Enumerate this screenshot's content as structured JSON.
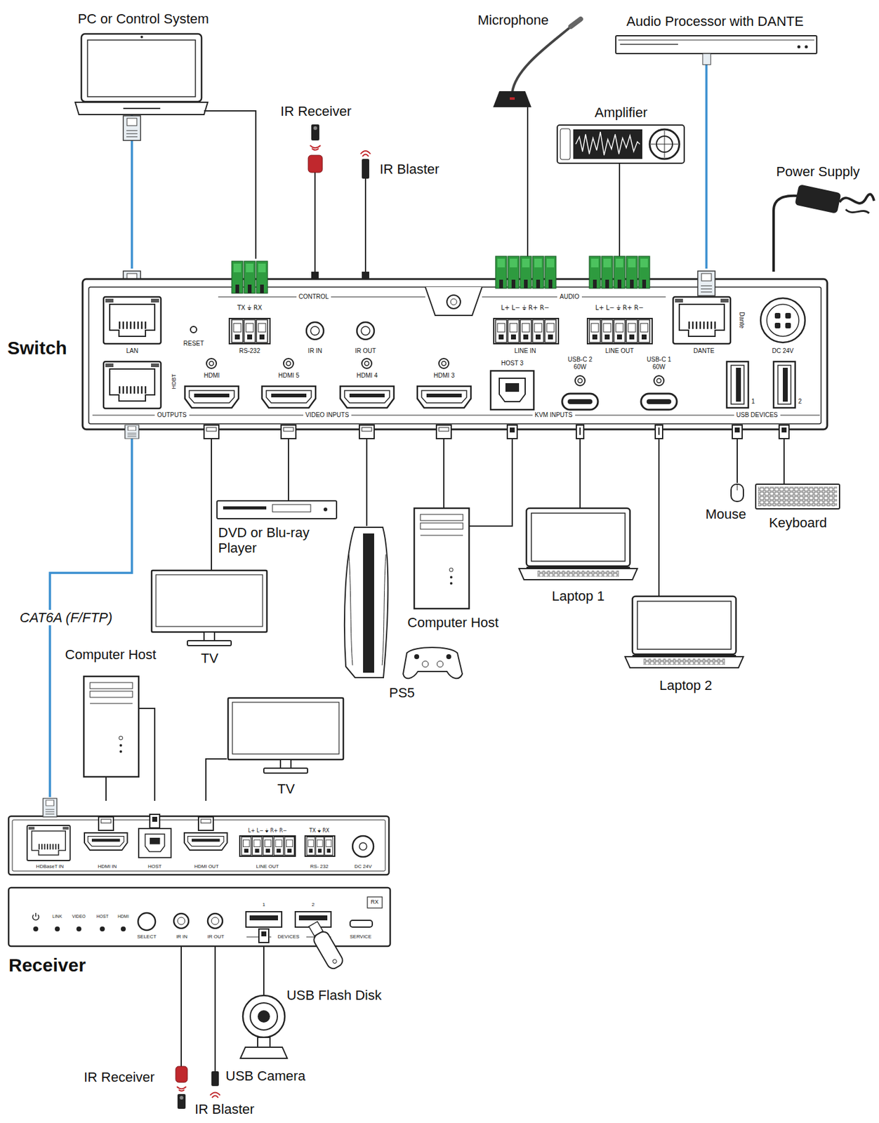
{
  "diagram": {
    "nodes": [
      {
        "text": [
          "PC or Control System"
        ]
      },
      {
        "text": [
          "IR Receiver"
        ]
      },
      {
        "text": [
          "IR Blaster"
        ]
      },
      {
        "text": [
          "Microphone"
        ]
      },
      {
        "text": [
          "Audio Processor with DANTE"
        ]
      },
      {
        "text": [
          "Amplifier"
        ]
      },
      {
        "text": [
          "Power Supply"
        ]
      },
      {
        "text": [
          "Switch"
        ]
      },
      {
        "text": [
          "LAN"
        ],
        "in": 7
      },
      {
        "text": [
          "TX ⏚ RX",
          "RS-232"
        ],
        "in": 7
      },
      {
        "text": [
          "IR IN"
        ],
        "in": 7
      },
      {
        "text": [
          "IR OUT"
        ],
        "in": 7
      },
      {
        "text": [
          "L+ L− ⏚ R+ R−",
          "LINE IN"
        ],
        "in": 7
      },
      {
        "text": [
          "L+ L− ⏚ R+ R−",
          "LINE OUT"
        ],
        "in": 7
      },
      {
        "text": [
          "DANTE"
        ],
        "in": 7
      },
      {
        "text": [
          "DC 24V"
        ],
        "in": 7
      },
      {
        "text": [
          "HDBT"
        ],
        "in": 7
      },
      {
        "text": [
          "HDMI"
        ],
        "in": 7
      },
      {
        "text": [
          "HDMI 5"
        ],
        "in": 7
      },
      {
        "text": [
          "HDMI 4"
        ],
        "in": 7
      },
      {
        "text": [
          "HDMI 3"
        ],
        "in": 7
      },
      {
        "text": [
          "HOST 3"
        ],
        "in": 7
      },
      {
        "text": [
          "USB-C 2 60W"
        ],
        "in": 7
      },
      {
        "text": [
          "USB-C 1 60W"
        ],
        "in": 7
      },
      {
        "text": [
          "1"
        ],
        "in": 7
      },
      {
        "text": [
          "2"
        ],
        "in": 7
      },
      {
        "text": [
          "Mouse"
        ]
      },
      {
        "text": [
          "Keyboard"
        ]
      },
      {
        "text": [
          "DVD or Blu-ray Player"
        ]
      },
      {
        "text": [
          "TV"
        ]
      },
      {
        "text": [
          "Computer Host"
        ]
      },
      {
        "text": [
          "Laptop 1"
        ]
      },
      {
        "text": [
          "PS5"
        ]
      },
      {
        "text": [
          "Laptop 2"
        ]
      },
      {
        "text": [
          "Computer Host"
        ]
      },
      {
        "text": [
          "TV"
        ]
      },
      {
        "text": [
          "Receiver"
        ]
      },
      {
        "text": [
          "HDBaseT IN"
        ],
        "in": 36
      },
      {
        "text": [
          "HDMI IN"
        ],
        "in": 36
      },
      {
        "text": [
          "HOST"
        ],
        "in": 36
      },
      {
        "text": [
          "HDMI OUT"
        ],
        "in": 36
      },
      {
        "text": [
          "L+ L− ⏚ R+ R−",
          "LINE OUT"
        ],
        "in": 36
      },
      {
        "text": [
          "TX ⏚ RX",
          "RS- 232"
        ],
        "in": 36
      },
      {
        "text": [
          "DC 24V"
        ],
        "in": 36
      },
      {
        "text": [
          "IR IN"
        ],
        "in": 36
      },
      {
        "text": [
          "IR OUT"
        ],
        "in": 36
      },
      {
        "text": [
          "1"
        ],
        "in": 36
      },
      {
        "text": [
          "2"
        ],
        "in": 36
      },
      {
        "text": [
          "USB Flash Disk"
        ]
      },
      {
        "text": [
          "IR Receiver"
        ]
      },
      {
        "text": [
          "USB Camera"
        ]
      },
      {
        "text": [
          "IR Blaster"
        ]
      }
    ],
    "edges": [
      {
        "from": 0,
        "to": 8,
        "arrow": "none"
      },
      {
        "from": 0,
        "to": 9,
        "arrow": "none"
      },
      {
        "from": 1,
        "to": 10,
        "arrow": "none"
      },
      {
        "from": 2,
        "to": 11,
        "arrow": "none"
      },
      {
        "from": 3,
        "to": 12,
        "arrow": "none"
      },
      {
        "from": 5,
        "to": 13,
        "arrow": "none"
      },
      {
        "from": 4,
        "to": 14,
        "arrow": "none"
      },
      {
        "from": 6,
        "to": 15,
        "arrow": "none"
      },
      {
        "from": 16,
        "to": 37,
        "label": "CAT6A (F/FTP)",
        "arrow": "none"
      },
      {
        "from": 17,
        "to": 29,
        "arrow": "none"
      },
      {
        "from": 18,
        "to": 28,
        "arrow": "none"
      },
      {
        "from": 19,
        "to": 32,
        "arrow": "none"
      },
      {
        "from": 20,
        "to": 30,
        "arrow": "none"
      },
      {
        "from": 21,
        "to": 30,
        "arrow": "none"
      },
      {
        "from": 22,
        "to": 31,
        "arrow": "none"
      },
      {
        "from": 23,
        "to": 33,
        "arrow": "none"
      },
      {
        "from": 24,
        "to": 26,
        "arrow": "none"
      },
      {
        "from": 25,
        "to": 27,
        "arrow": "none"
      },
      {
        "from": 34,
        "to": 38,
        "arrow": "none"
      },
      {
        "from": 34,
        "to": 39,
        "arrow": "none"
      },
      {
        "from": 40,
        "to": 35,
        "arrow": "none"
      },
      {
        "from": 44,
        "to": 49,
        "arrow": "none"
      },
      {
        "from": 45,
        "to": 51,
        "arrow": "none"
      },
      {
        "from": 46,
        "to": 50,
        "arrow": "none"
      }
    ],
    "labels": [
      "CONTROL",
      "AUDIO",
      "RESET",
      "Dante",
      "OUTPUTS",
      "VIDEO INPUTS",
      "KVM INPUTS",
      "USB DEVICES",
      "LINK",
      "VIDEO",
      "HOST",
      "HDMI",
      "SELECT",
      "DEVICES",
      "SERVICE",
      "RX"
    ]
  }
}
